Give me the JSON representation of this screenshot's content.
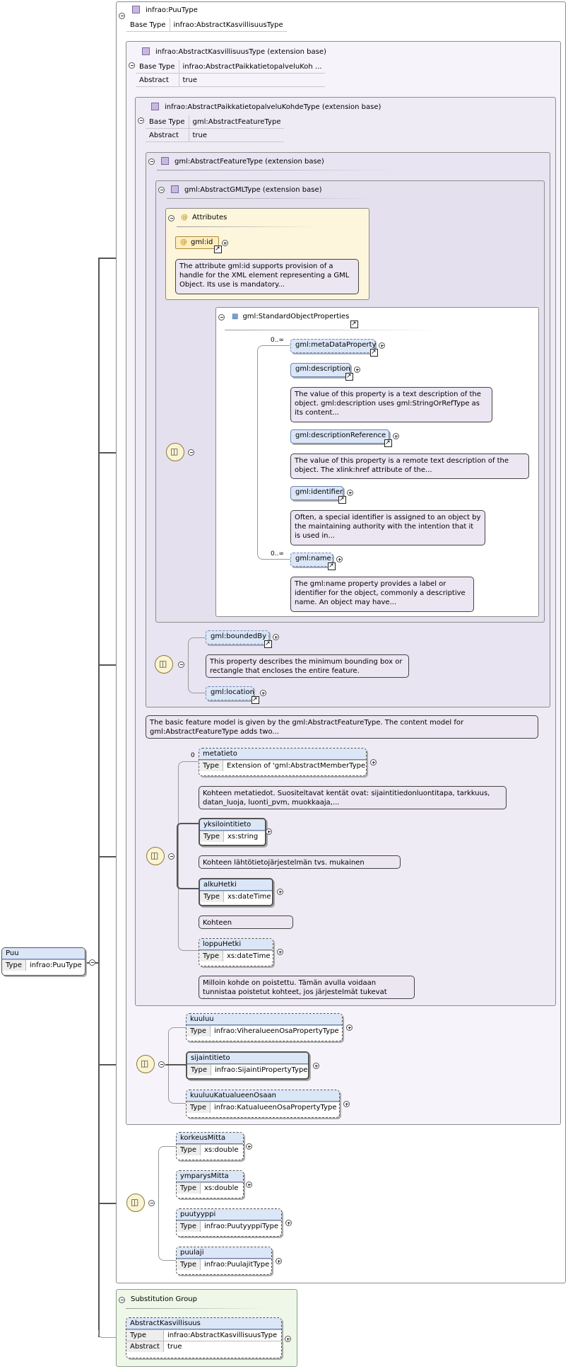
{
  "puutype": {
    "title": "infrao:PuuType",
    "base_label": "Base Type",
    "base_value": "infrao:AbstractKasvillisuusType"
  },
  "kasv": {
    "title": "infrao:AbstractKasvillisuusType (extension base)",
    "base_label": "Base Type",
    "base_value": "infrao:AbstractPaikkatietopalveluKoh ...",
    "abstract_label": "Abstract",
    "abstract_value": "true"
  },
  "paikka": {
    "title": "infrao:AbstractPaikkatietopalveluKohdeType (extension base)",
    "base_label": "Base Type",
    "base_value": "gml:AbstractFeatureType",
    "abstract_label": "Abstract",
    "abstract_value": "true"
  },
  "feature": {
    "title": "gml:AbstractFeatureType (extension base)"
  },
  "gmltype": {
    "title": "gml:AbstractGMLType (extension base)"
  },
  "attributes": {
    "title": "Attributes",
    "id_label": "gml:id",
    "id_doc": "The attribute gml:id supports provision of a handle for the XML element representing a GML Object. Its use is mandatory..."
  },
  "sop": {
    "title": "gml:StandardObjectProperties",
    "items": [
      {
        "name": "gml:metaDataProperty",
        "card": "0..∞",
        "doc": ""
      },
      {
        "name": "gml:description",
        "card": "",
        "doc": "The value of this property is a text description of the object. gml:description uses gml:StringOrRefType as its content..."
      },
      {
        "name": "gml:descriptionReference",
        "card": "",
        "doc": "The value of this property is a remote text description of the object. The xlink:href attribute of the..."
      },
      {
        "name": "gml:identifier",
        "card": "",
        "doc": "Often, a special identifier is assigned to an object by the maintaining authority with the intention that it is used in..."
      },
      {
        "name": "gml:name",
        "card": "0..∞",
        "doc": "The gml:name property provides a label or identifier for the object, commonly a descriptive name. An object may have..."
      }
    ]
  },
  "bounded": {
    "name": "gml:boundedBy",
    "doc": "This property describes the minimum bounding box or rectangle that encloses the entire feature.",
    "location": "gml:location"
  },
  "feature_doc": "The basic feature model is given by the gml:AbstractFeatureType. The content model for gml:AbstractFeatureType adds two...",
  "paikka_seq": [
    {
      "name": "metatieto",
      "card": "0",
      "type_label": "Type",
      "type": "Extension of 'gml:AbstractMemberType'",
      "doc": "Kohteen metatiedot. Suositeltavat kentät ovat: sijaintitiedonluontitapa, tarkkuus, datan_luoja, luonti_pvm, muokkaaja,..."
    },
    {
      "name": "yksilointitieto",
      "card": "",
      "type_label": "Type",
      "type": "xs:string",
      "doc": "Kohteen lähtötietojärjestelmän tvs. mukainen yksilöintitieto"
    },
    {
      "name": "alkuHetki",
      "card": "",
      "type_label": "Type",
      "type": "xs:dateTime",
      "doc": "Kohteen luontipäivämäärä"
    },
    {
      "name": "loppuHetki",
      "card": "",
      "type_label": "Type",
      "type": "xs:dateTime",
      "doc": "Milloin kohde on poistettu. Tämän avulla voidaan tunnistaa poistetut kohteet, jos järjestelmät tukevat historiatietojen..."
    }
  ],
  "kasv_seq": [
    {
      "name": "kuuluu",
      "type_label": "Type",
      "type": "infrao:ViheralueenOsaPropertyType"
    },
    {
      "name": "sijaintitieto",
      "type_label": "Type",
      "type": "infrao:SijaintiPropertyType"
    },
    {
      "name": "kuuluuKatualueenOsaan",
      "type_label": "Type",
      "type": "infrao:KatualueenOsaPropertyType"
    }
  ],
  "puu_seq": [
    {
      "name": "korkeusMitta",
      "type_label": "Type",
      "type": "xs:double"
    },
    {
      "name": "ymparysMitta",
      "type_label": "Type",
      "type": "xs:double"
    },
    {
      "name": "puutyyppi",
      "type_label": "Type",
      "type": "infrao:PuutyyppiType"
    },
    {
      "name": "puulaji",
      "type_label": "Type",
      "type": "infrao:PuulajitType"
    }
  ],
  "substitution": {
    "title": "Substitution Group",
    "name": "AbstractKasvillisuus",
    "type_label": "Type",
    "type": "infrao:AbstractKasvillisuusType",
    "abstract_label": "Abstract",
    "abstract_value": "true"
  },
  "root": {
    "name": "Puu",
    "type_label": "Type",
    "type": "infrao:PuuType"
  }
}
